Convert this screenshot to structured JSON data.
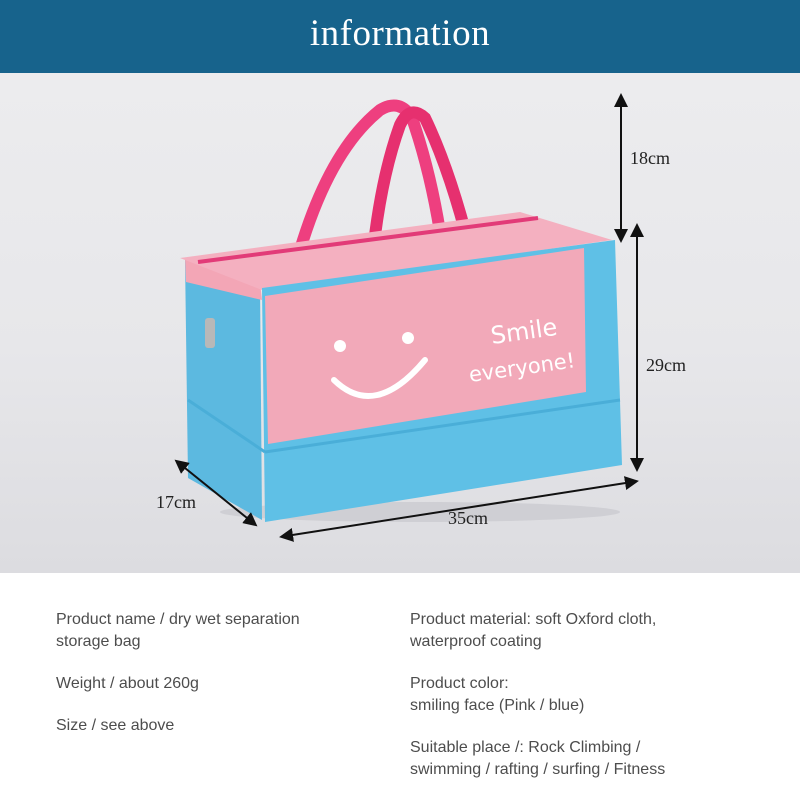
{
  "header": {
    "title": "information"
  },
  "dimensions": {
    "handle_height": "18cm",
    "body_height": "29cm",
    "depth": "17cm",
    "width": "35cm"
  },
  "bag_print": {
    "line1": "Smile",
    "line2": "everyone!"
  },
  "colors": {
    "header": "#17638c",
    "bag_pink": "#f2a9b9",
    "bag_blue": "#5fc0e6",
    "handle": "#ee3f7f"
  },
  "info_left": [
    "Product name / dry wet separation\nstorage bag",
    "Weight / about 260g",
    "Size / see above"
  ],
  "info_right": [
    "Product material: soft Oxford cloth,\nwaterproof coating",
    "Product color:\nsmiling face (Pink / blue)",
    "Suitable place /: Rock Climbing /\nswimming / rafting / surfing / Fitness"
  ]
}
